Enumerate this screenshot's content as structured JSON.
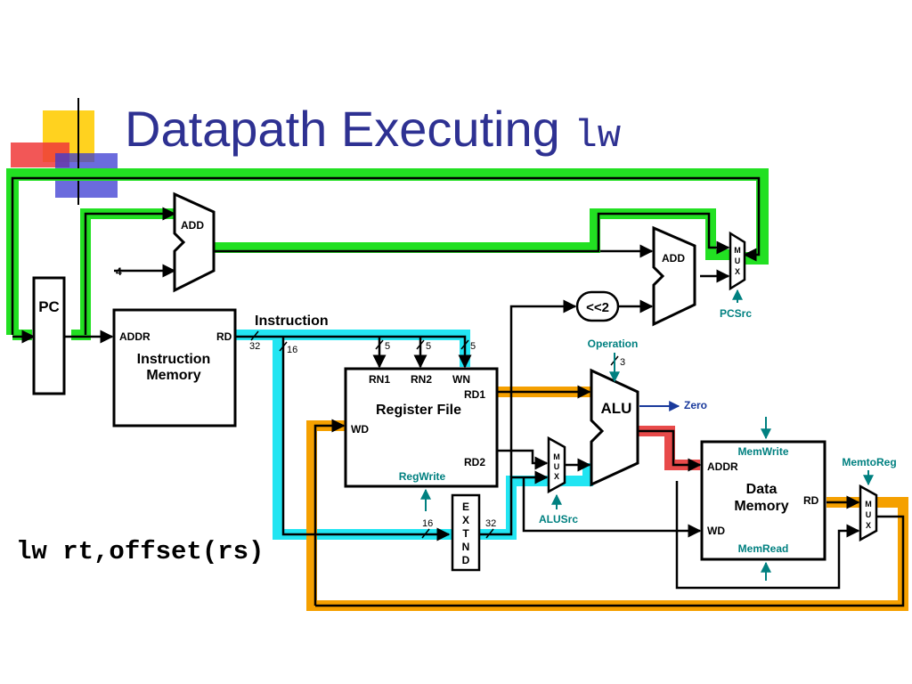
{
  "title": {
    "main": "Datapath Executing",
    "code": "lw"
  },
  "caption": "lw rt,offset(rs)",
  "labels": {
    "pc": "PC",
    "add1": "ADD",
    "add2": "ADD",
    "const4": "4",
    "imem_addr": "ADDR",
    "imem_rd": "RD",
    "imem_name1": "Instruction",
    "imem_name2": "Memory",
    "instruction": "Instruction",
    "bus32a": "32",
    "bus16a": "16",
    "bus5a": "5",
    "bus5b": "5",
    "bus5c": "5",
    "rn1": "RN1",
    "rn2": "RN2",
    "wn": "WN",
    "rd1": "RD1",
    "rd2": "RD2",
    "wd": "WD",
    "regfile": "Register File",
    "regwrite": "RegWrite",
    "shift": "<<2",
    "operation": "Operation",
    "bus3": "3",
    "alu": "ALU",
    "zero": "Zero",
    "alusrc": "ALUSrc",
    "mux_m": "M",
    "mux_u": "U",
    "mux_x": "X",
    "extnd": [
      "E",
      "X",
      "T",
      "N",
      "D"
    ],
    "bus16b": "16",
    "bus32b": "32",
    "memwrite": "MemWrite",
    "memread": "MemRead",
    "dmem_addr": "ADDR",
    "dmem_wd": "WD",
    "dmem_rd": "RD",
    "dmem_name1": "Data",
    "dmem_name2": "Memory",
    "memtoreg": "MemtoReg",
    "pcsrc": "PCSrc"
  },
  "colors": {
    "title": "#2e3192",
    "control": "#008080",
    "pc_path": "#22e022",
    "instr_path": "#22e5f2",
    "data_path": "#f5a000",
    "alu_path": "#e84a4a",
    "zero": "#1a3a9c",
    "logo_yellow": "#ffd21f",
    "logo_red": "#f03a3a",
    "logo_blue": "#3a3ad2"
  }
}
